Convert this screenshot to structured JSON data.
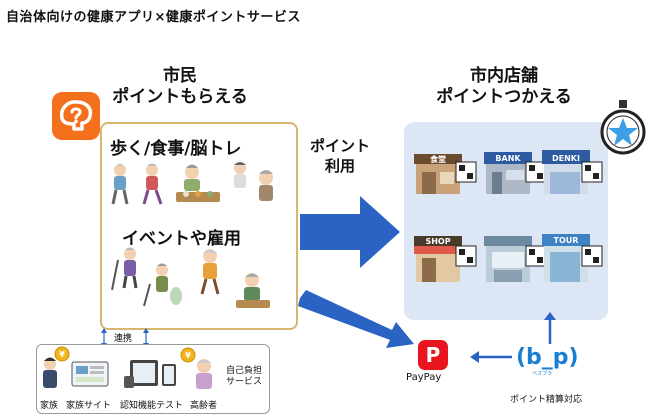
{
  "title": "自治体向けの健康アプリ×健康ポイントサービス",
  "left_heading": {
    "line1": "市民",
    "line2": "ポイントもらえる"
  },
  "right_heading": {
    "line1": "市内店舗",
    "line2": "ポイントつかえる"
  },
  "activities": {
    "primary": "歩く/食事/脳トレ",
    "secondary": "イベントや雇用"
  },
  "center_label": {
    "line1": "ポイント",
    "line2": "利用"
  },
  "link_label": "連携",
  "shops": {
    "shop1_sign": "食堂",
    "shop2_sign": "BANK",
    "shop3_sign": "DENKI",
    "shop4_sign": "SHOP",
    "shop6_sign": "TOUR"
  },
  "family": {
    "family": "家族",
    "family_site": "家族サイト",
    "cognitive_test": "認知機能テスト",
    "elderly": "高齢者",
    "yen": "¥"
  },
  "self_pay": {
    "line1": "自己負担",
    "line2": "サービス"
  },
  "paypay": {
    "logo_char": "P",
    "label": "PayPay"
  },
  "bp": {
    "logo": "(b_p)",
    "sub": "ベスプラ",
    "caption": "ポイント精算対応"
  },
  "colors": {
    "arrow": "#2b63c4",
    "app_icon": "#f4701c",
    "box_border": "#d6b670",
    "shop_panel": "#dde6f4",
    "paypay_red": "#e8141e",
    "bp_blue": "#1a7fd1",
    "medal_blue": "#3da0e4"
  },
  "icons": [
    "brain-app-icon",
    "star-medal-icon",
    "paypay-logo-icon",
    "qr-code-icon",
    "yen-coin-icon"
  ]
}
